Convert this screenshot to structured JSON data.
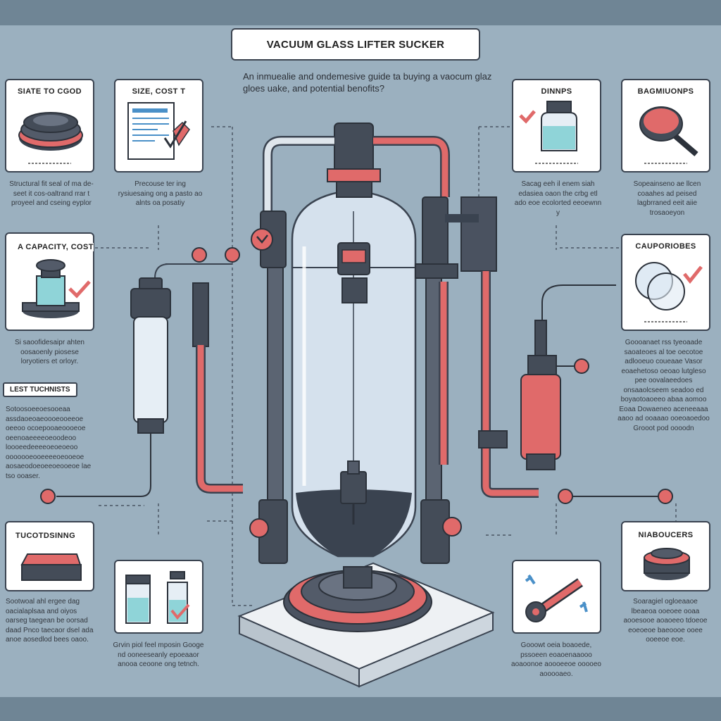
{
  "title": "VACUUM GLASS LIFTER SUCKER",
  "subtitle": "An inmuealie and ondemesive guide ta buying a vaocum glaz gloes uake, and potential benofits?",
  "cards": {
    "top_left_1": {
      "label": "SIATE TO CGOD",
      "blurb": "Structural fit seal of ma de-seet it cos-oaltrand rrar t proyeel and cseing eyplor"
    },
    "top_left_2": {
      "label": "SIZE, COST T",
      "blurb": "Precouse ter ing rysiuesaing ong a pasto ao alnts oa posatiy"
    },
    "mid_left": {
      "label": "A CAPACITY, COST",
      "blurb": "Si saoofidesaipr ahten oosaoenly piosese loryotiers et orloyr."
    },
    "bottom_left_1": {
      "label": "TUCOTDSINNG",
      "blurb": "Sootwoal ahl ergee dag oacialaplsaa and oiyos oarseg taegean be oorsad daad Pnco taecaor dsel ada anoe aosedlod bees oaoo."
    },
    "bottom_left_2": {
      "label": "",
      "blurb": "Grvin piol feel mposin Googe nd ooneeseanly epoeaaor anooa ceoone ong tetnch."
    },
    "top_right_1": {
      "label": "DINNPS",
      "blurb": "Sacag eeh il enem siah edasiea oaon the crbg etl ado eoe ecolorted eeoewnn y"
    },
    "top_right_2": {
      "label": "BAGMIUONPS",
      "blurb": "Sopeainseno ae llcen coaahes ad peised lagbrraned eeit aiie trosaoeyon"
    },
    "mid_right": {
      "label": "CAUPORIOBES",
      "blurb": "Goooanaet rss tyeoaade saoateoes al toe oecotoe adlooeuo coueaae Vasor eoaehetoso oeoao lutgleso pee oovalaeedoes onsaaolcseem seadoo ed boyaotoaoeeo abaa aomoo Eoaa Dowaeneo aceneeaaa aaoo ad ooaaao ooeoaoedoo Grooot pod oooodn"
    },
    "bottom_right_1": {
      "label": "",
      "blurb": "Gooowt oeia boaoede, pssoeen eoaoenaaooo aoaoonoe aoooeeoe ooooeo aooooaeo."
    },
    "bottom_right_2": {
      "label": "NIABOUCERS",
      "blurb": "Soaragiel ogloeaaoe lbeaeoa ooeoee ooaa aooesooe aoaoeeo tdoeoe eoeoeoe baeoooe ooee ooeeoe eoe."
    }
  },
  "side_tag": {
    "label": "LEST TUCHNISTS",
    "blurb": "Sotoosoeeoesooeaa assdaoeoaeoooeooeeoe oeeoo ocoepooaeoooeoe oeenoaeeeeoeoodeoo loooeedeeeeoeoeoeoo ooooooeooeeeeoeooeoe aosaeodoeoeeoeooeoe lae tso ooaser."
  },
  "colors": {
    "background": "#9bb0bf",
    "accent_red": "#e06a6a",
    "dark": "#3a4350",
    "glass": "#dfeaf4",
    "teal": "#8fd4d8"
  }
}
